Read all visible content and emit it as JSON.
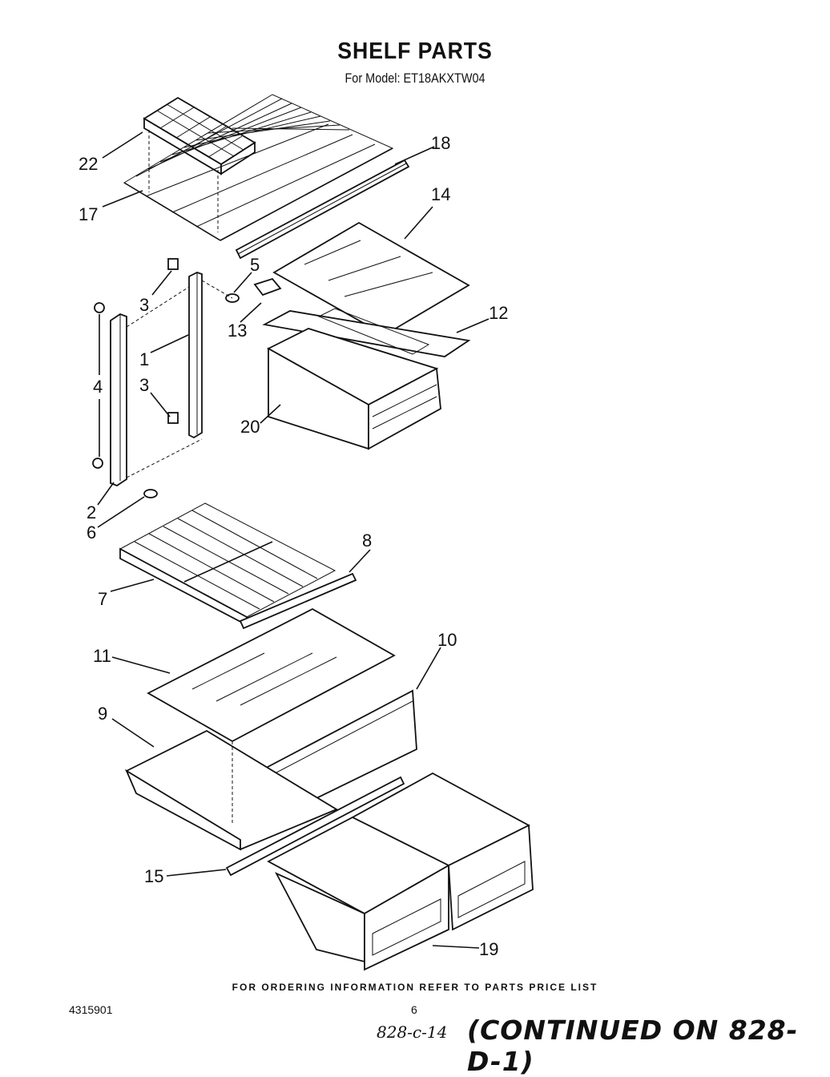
{
  "header": {
    "title": "SHELF PARTS",
    "subtitle": "For Model: ET18AKXTW04"
  },
  "callouts": {
    "c22": "22",
    "c18": "18",
    "c17": "17",
    "c14": "14",
    "c5": "5",
    "c3a": "3",
    "c13": "13",
    "c12": "12",
    "c4": "4",
    "c1": "1",
    "c3b": "3",
    "c20": "20",
    "c2": "2",
    "c6": "6",
    "c8": "8",
    "c7": "7",
    "c10": "10",
    "c11": "11",
    "c9": "9",
    "c15": "15",
    "c19": "19"
  },
  "footer": {
    "ordering_note": "FOR ORDERING INFORMATION REFER TO PARTS PRICE LIST",
    "doc_number": "4315901",
    "page_number": "6",
    "handwritten_ref": "828-c-14",
    "continued": "(CONTINUED ON 828-D-1)"
  }
}
